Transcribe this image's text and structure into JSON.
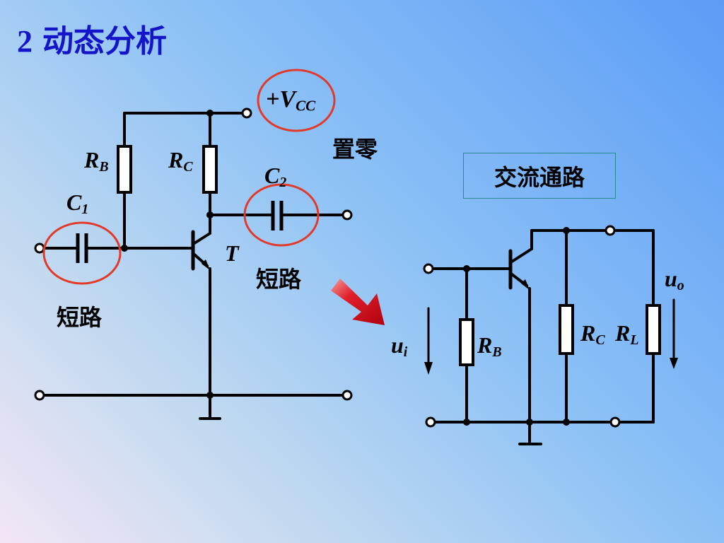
{
  "title": {
    "number": "2",
    "text": "动态分析"
  },
  "labels": {
    "vcc": "+V",
    "vcc_sub": "CC",
    "set_zero": "置零",
    "short_c1": "短路",
    "short_c2": "短路",
    "ac_path": "交流通路",
    "rb": "R",
    "rb_sub": "B",
    "rc": "R",
    "rc_sub": "C",
    "c1": "C",
    "c1_sub": "1",
    "c2": "C",
    "c2_sub": "2",
    "t": "T",
    "ac_rb": "R",
    "ac_rb_sub": "B",
    "ac_rc": "R",
    "ac_rc_sub": "C",
    "ac_rl": "R",
    "ac_rl_sub": "L",
    "ui": "u",
    "ui_sub": "i",
    "uo": "u",
    "uo_sub": "o"
  },
  "colors": {
    "title": "#1414c8",
    "highlight_circle": "#e23a2a",
    "arrow": "#d8141c",
    "box_border": "#2a8a90"
  }
}
